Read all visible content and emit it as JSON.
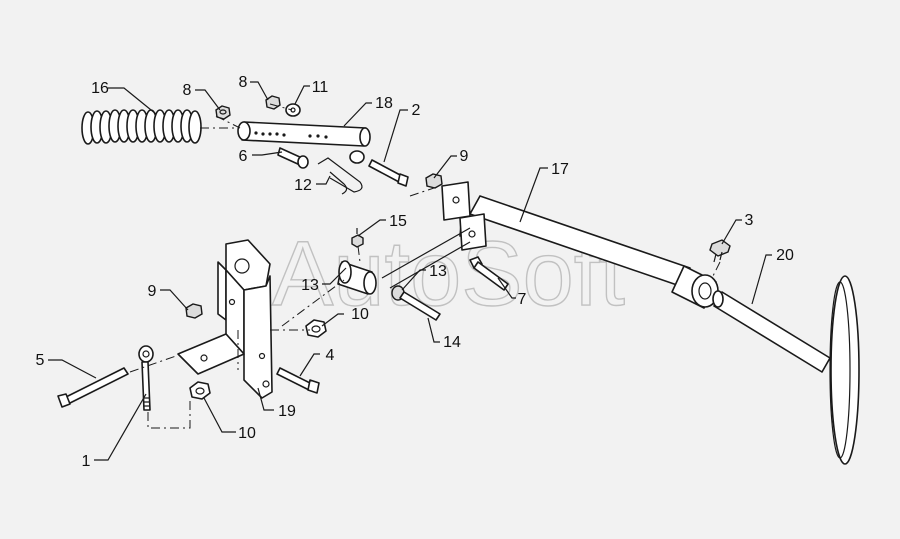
{
  "watermark": "AutoSoft",
  "callouts": [
    {
      "id": "c16",
      "label": "16"
    },
    {
      "id": "c8a",
      "label": "8"
    },
    {
      "id": "c8b",
      "label": "8"
    },
    {
      "id": "c11",
      "label": "11"
    },
    {
      "id": "c18",
      "label": "18"
    },
    {
      "id": "c2",
      "label": "2"
    },
    {
      "id": "c6",
      "label": "6"
    },
    {
      "id": "c12",
      "label": "12"
    },
    {
      "id": "c9a",
      "label": "9"
    },
    {
      "id": "c17",
      "label": "17"
    },
    {
      "id": "c15",
      "label": "15"
    },
    {
      "id": "c3",
      "label": "3"
    },
    {
      "id": "c20",
      "label": "20"
    },
    {
      "id": "c13a",
      "label": "13"
    },
    {
      "id": "c13b",
      "label": "13"
    },
    {
      "id": "c7",
      "label": "7"
    },
    {
      "id": "c9b",
      "label": "9"
    },
    {
      "id": "c10a",
      "label": "10"
    },
    {
      "id": "c14",
      "label": "14"
    },
    {
      "id": "c5",
      "label": "5"
    },
    {
      "id": "c4",
      "label": "4"
    },
    {
      "id": "c19",
      "label": "19"
    },
    {
      "id": "c10b",
      "label": "10"
    },
    {
      "id": "c1",
      "label": "1"
    }
  ]
}
